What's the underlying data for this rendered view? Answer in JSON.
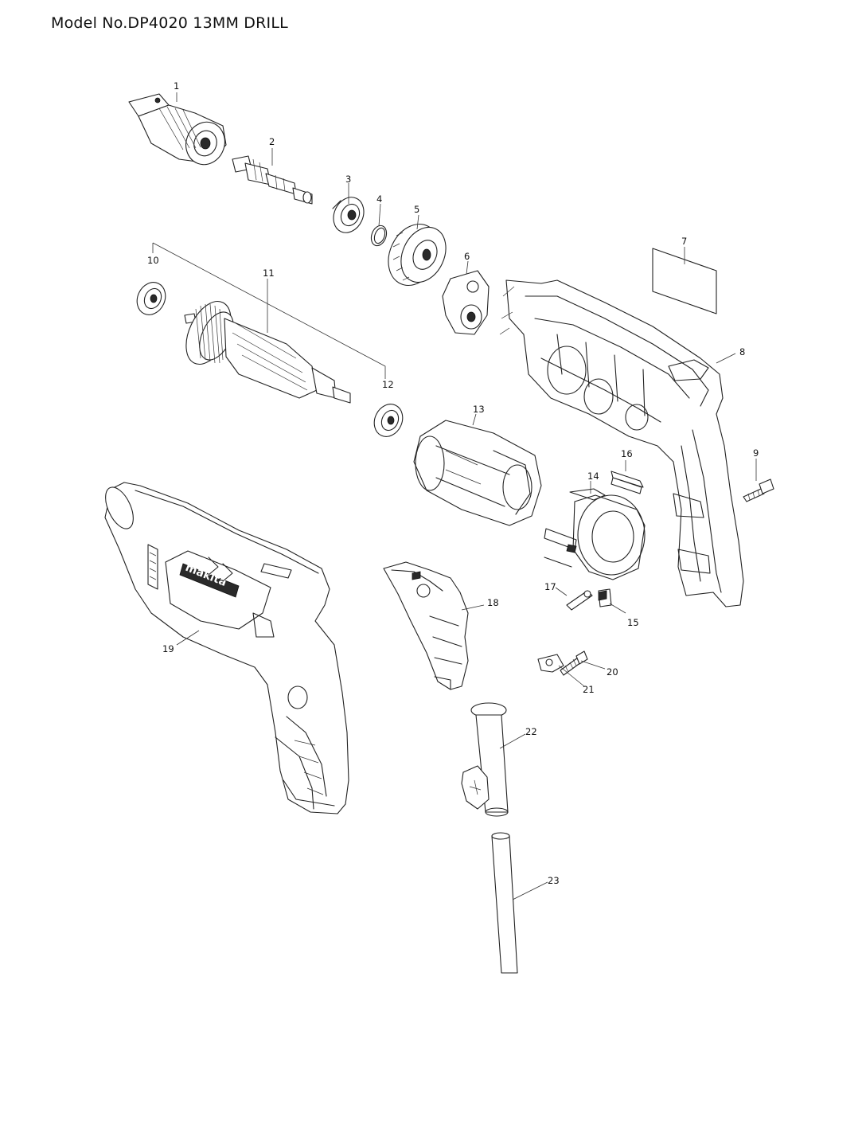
{
  "title": "Model No.DP4020 13MM DRILL",
  "callouts": [
    "1",
    "2",
    "3",
    "4",
    "5",
    "6",
    "7",
    "8",
    "9",
    "10",
    "11",
    "12",
    "13",
    "14",
    "15",
    "16",
    "17",
    "18",
    "19",
    "20",
    "21",
    "22",
    "23"
  ],
  "logo_text": "makita"
}
